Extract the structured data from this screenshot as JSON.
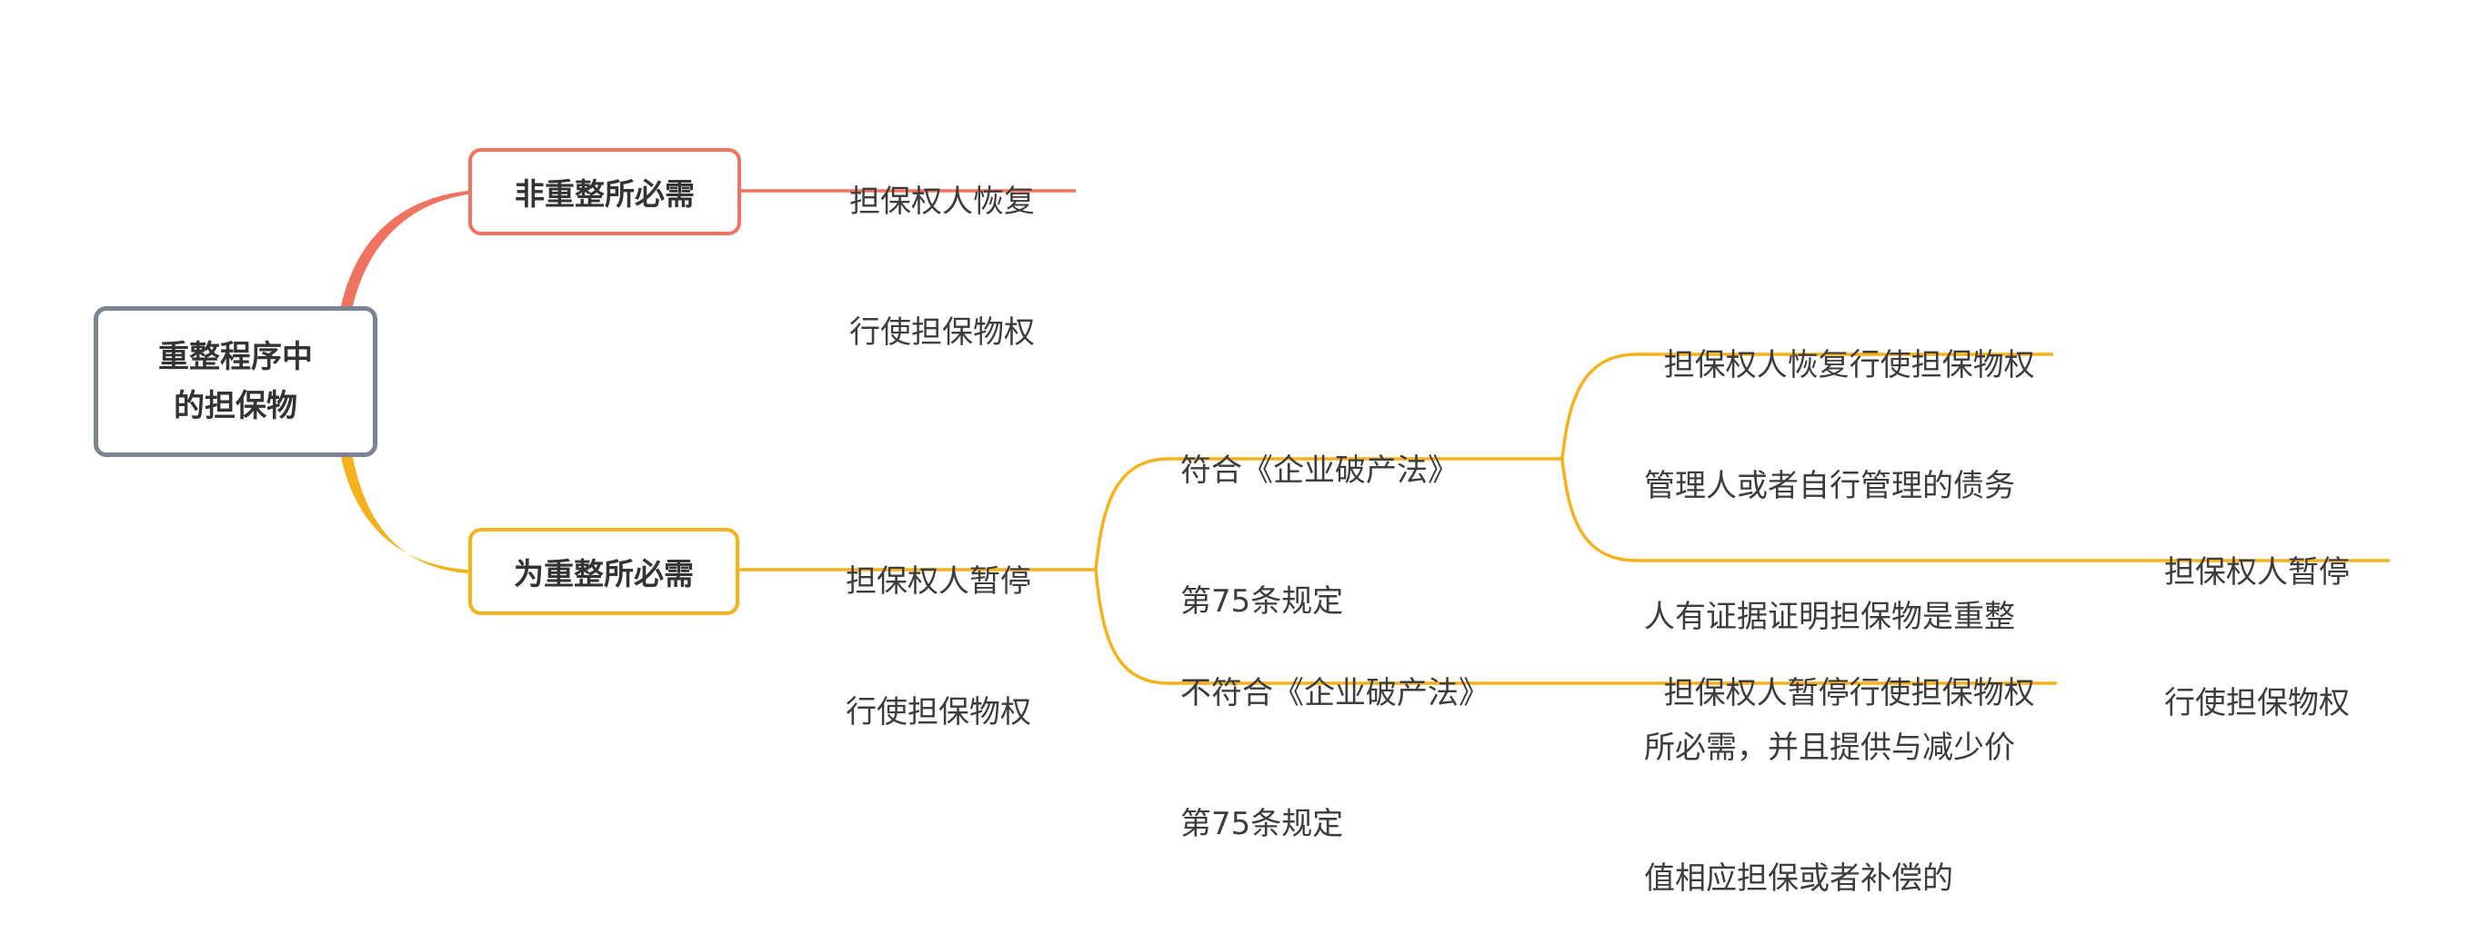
{
  "root": {
    "lines": [
      "重整程序中",
      "的担保物"
    ]
  },
  "branch_red": {
    "label": "非重整所必需",
    "leaf": {
      "lines": [
        "担保权人恢复",
        "行使担保物权"
      ]
    },
    "color": "#f0735f"
  },
  "branch_yellow": {
    "label": "为重整所必需",
    "color": "#f5b21d",
    "child": {
      "lines": [
        "担保权人暂停",
        "行使担保物权"
      ],
      "conform": {
        "lines": [
          "符合《企业破产法》",
          "第75条规定"
        ],
        "leaf_resume": "担保权人恢复行使担保物权",
        "manager": {
          "lines": [
            "管理人或者自行管理的债务",
            "人有证据证明担保物是重整",
            "所必需，并且提供与减少价",
            "值相应担保或者补偿的"
          ],
          "leaf": {
            "lines": [
              "担保权人暂停",
              "行使担保物权"
            ]
          }
        }
      },
      "nonconform": {
        "lines": [
          "不符合《企业破产法》",
          "第75条规定"
        ],
        "leaf": "担保权人暂停行使担保物权"
      }
    }
  }
}
